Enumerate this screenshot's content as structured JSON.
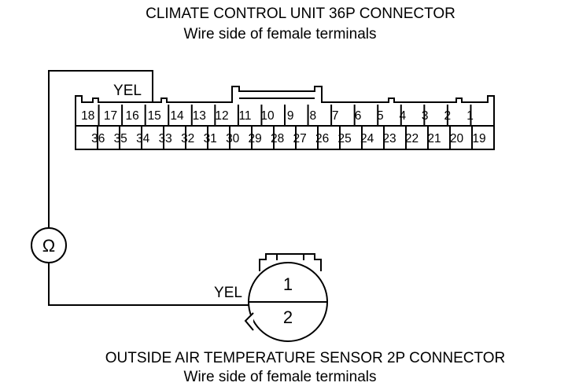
{
  "top_connector": {
    "title": "CLIMATE CONTROL UNIT 36P CONNECTOR",
    "subtitle": "Wire side of female terminals",
    "row1": [
      "18",
      "17",
      "16",
      "15",
      "14",
      "13",
      "12",
      "11",
      "10",
      "9",
      "8",
      "7",
      "6",
      "5",
      "4",
      "3",
      "2",
      "1"
    ],
    "row2": [
      "",
      "36",
      "35",
      "34",
      "33",
      "32",
      "31",
      "30",
      "29",
      "28",
      "27",
      "26",
      "25",
      "24",
      "23",
      "22",
      "21",
      "20",
      "19"
    ],
    "wire_label": "YEL"
  },
  "meter": {
    "symbol": "Ω"
  },
  "sensor": {
    "pin_top": "1",
    "pin_bottom": "2",
    "wire_label": "YEL",
    "title": "OUTSIDE AIR TEMPERATURE SENSOR 2P CONNECTOR",
    "subtitle": "Wire side of female terminals"
  },
  "colors": {
    "line": "#000000",
    "background": "#ffffff"
  }
}
